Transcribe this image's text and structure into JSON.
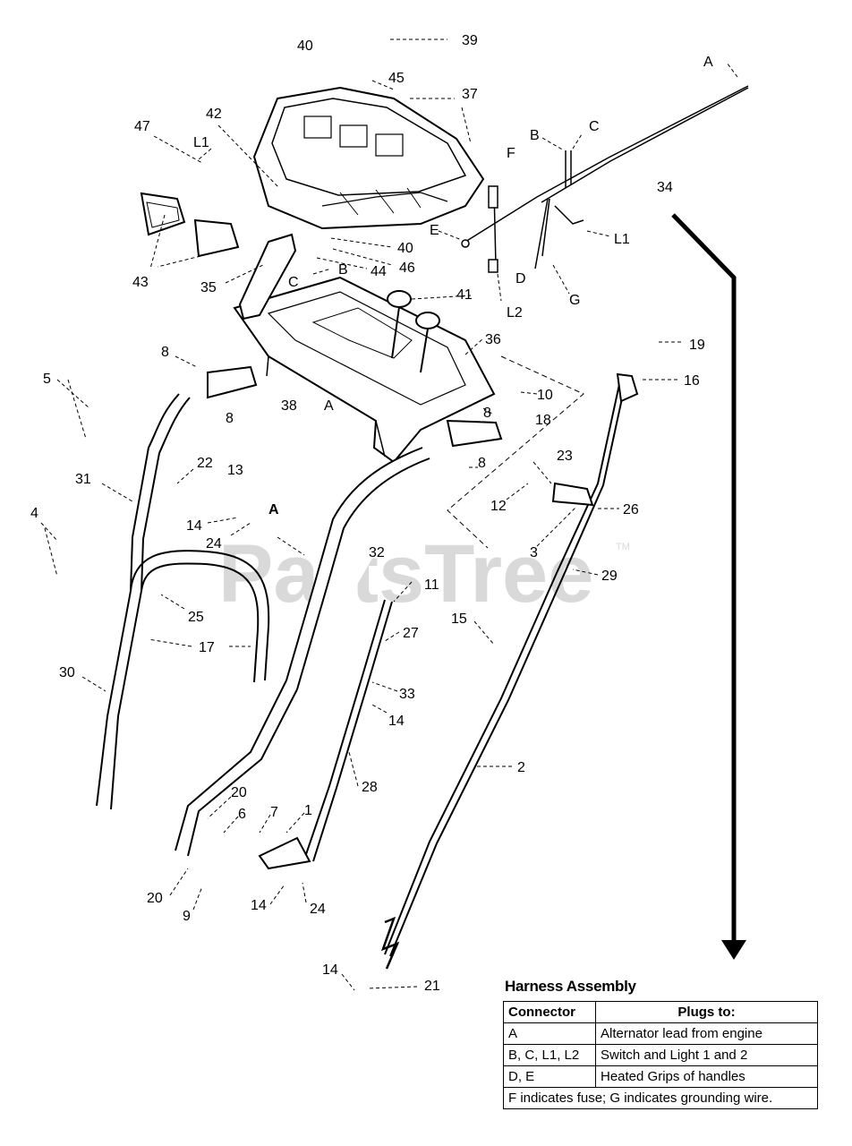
{
  "watermark": {
    "text": "PartsTree",
    "tm": "TM"
  },
  "callouts": [
    {
      "id": "c40a",
      "text": "40"
    },
    {
      "id": "c39",
      "text": "39"
    },
    {
      "id": "cA1",
      "text": "A"
    },
    {
      "id": "c45",
      "text": "45"
    },
    {
      "id": "c37",
      "text": "37"
    },
    {
      "id": "c47",
      "text": "47"
    },
    {
      "id": "c42",
      "text": "42"
    },
    {
      "id": "cL1a",
      "text": "L1"
    },
    {
      "id": "cB1",
      "text": "B"
    },
    {
      "id": "cC1",
      "text": "C"
    },
    {
      "id": "cF",
      "text": "F"
    },
    {
      "id": "c34",
      "text": "34"
    },
    {
      "id": "cE",
      "text": "E"
    },
    {
      "id": "cL1b",
      "text": "L1"
    },
    {
      "id": "c40b",
      "text": "40"
    },
    {
      "id": "c46",
      "text": "46"
    },
    {
      "id": "c44",
      "text": "44"
    },
    {
      "id": "cB2",
      "text": "B"
    },
    {
      "id": "cC2",
      "text": "C"
    },
    {
      "id": "cD",
      "text": "D"
    },
    {
      "id": "cG",
      "text": "G"
    },
    {
      "id": "cL2",
      "text": "L2"
    },
    {
      "id": "c43",
      "text": "43"
    },
    {
      "id": "c35",
      "text": "35"
    },
    {
      "id": "c41",
      "text": "41"
    },
    {
      "id": "c36",
      "text": "36"
    },
    {
      "id": "c19",
      "text": "19"
    },
    {
      "id": "c16",
      "text": "16"
    },
    {
      "id": "c8a",
      "text": "8"
    },
    {
      "id": "c5",
      "text": "5"
    },
    {
      "id": "c38",
      "text": "38"
    },
    {
      "id": "cA2",
      "text": "A"
    },
    {
      "id": "c8b",
      "text": "8"
    },
    {
      "id": "c10",
      "text": "10"
    },
    {
      "id": "c8c",
      "text": "8"
    },
    {
      "id": "c18",
      "text": "18"
    },
    {
      "id": "c8d",
      "text": "8"
    },
    {
      "id": "c23",
      "text": "23"
    },
    {
      "id": "c22",
      "text": "22"
    },
    {
      "id": "c13",
      "text": "13"
    },
    {
      "id": "c31",
      "text": "31"
    },
    {
      "id": "c12",
      "text": "12"
    },
    {
      "id": "c26",
      "text": "26"
    },
    {
      "id": "c4",
      "text": "4"
    },
    {
      "id": "c14a",
      "text": "14"
    },
    {
      "id": "cA3",
      "text": "A"
    },
    {
      "id": "c24a",
      "text": "24"
    },
    {
      "id": "c32",
      "text": "32"
    },
    {
      "id": "c3",
      "text": "3"
    },
    {
      "id": "c29",
      "text": "29"
    },
    {
      "id": "c11",
      "text": "11"
    },
    {
      "id": "c25",
      "text": "25"
    },
    {
      "id": "c15",
      "text": "15"
    },
    {
      "id": "c27",
      "text": "27"
    },
    {
      "id": "c17",
      "text": "17"
    },
    {
      "id": "c30",
      "text": "30"
    },
    {
      "id": "c33",
      "text": "33"
    },
    {
      "id": "c14b",
      "text": "14"
    },
    {
      "id": "c2",
      "text": "2"
    },
    {
      "id": "c28",
      "text": "28"
    },
    {
      "id": "c20a",
      "text": "20"
    },
    {
      "id": "c6",
      "text": "6"
    },
    {
      "id": "c7",
      "text": "7"
    },
    {
      "id": "c1",
      "text": "1"
    },
    {
      "id": "c20b",
      "text": "20"
    },
    {
      "id": "c14c",
      "text": "14"
    },
    {
      "id": "c24b",
      "text": "24"
    },
    {
      "id": "c9",
      "text": "9"
    },
    {
      "id": "c14d",
      "text": "14"
    },
    {
      "id": "c21",
      "text": "21"
    }
  ],
  "harness": {
    "title": "Harness Assembly",
    "headers": [
      "Connector",
      "Plugs to:"
    ],
    "rows": [
      [
        "A",
        "Alternator lead from engine"
      ],
      [
        "B, C, L1, L2",
        "Switch and Light 1 and 2"
      ],
      [
        "D, E",
        "Heated Grips of handles"
      ]
    ],
    "note": "F indicates fuse; G indicates grounding wire."
  }
}
